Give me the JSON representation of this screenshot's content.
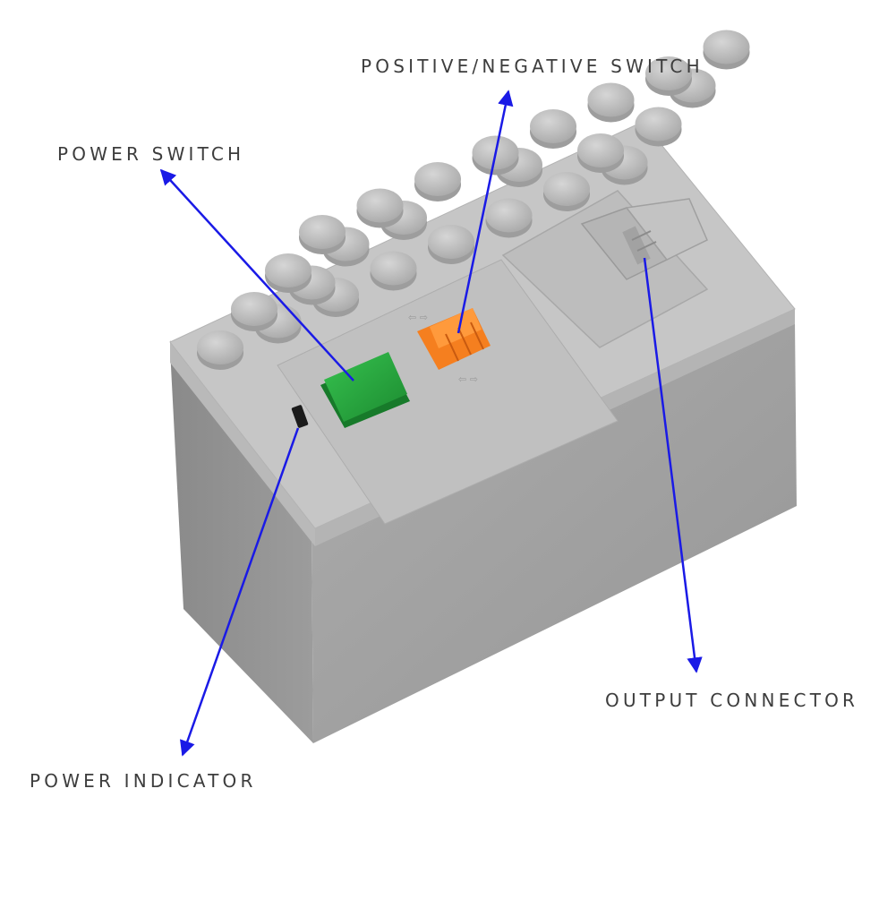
{
  "labels": {
    "positive_negative_switch": "POSITIVE/NEGATIVE SWITCH",
    "power_switch": "POWER SWITCH",
    "output_connector": "OUTPUT CONNECTOR",
    "power_indicator": "POWER INDICATOR"
  },
  "colors": {
    "arrow": "#1a1ae6",
    "body_light": "#c8c8c8",
    "body_front": "#a3a3a3",
    "body_side": "#8e8e8e",
    "power_button": "#22a63a",
    "polarity_switch": "#f57f1f",
    "label_text": "#3d3d3d"
  }
}
